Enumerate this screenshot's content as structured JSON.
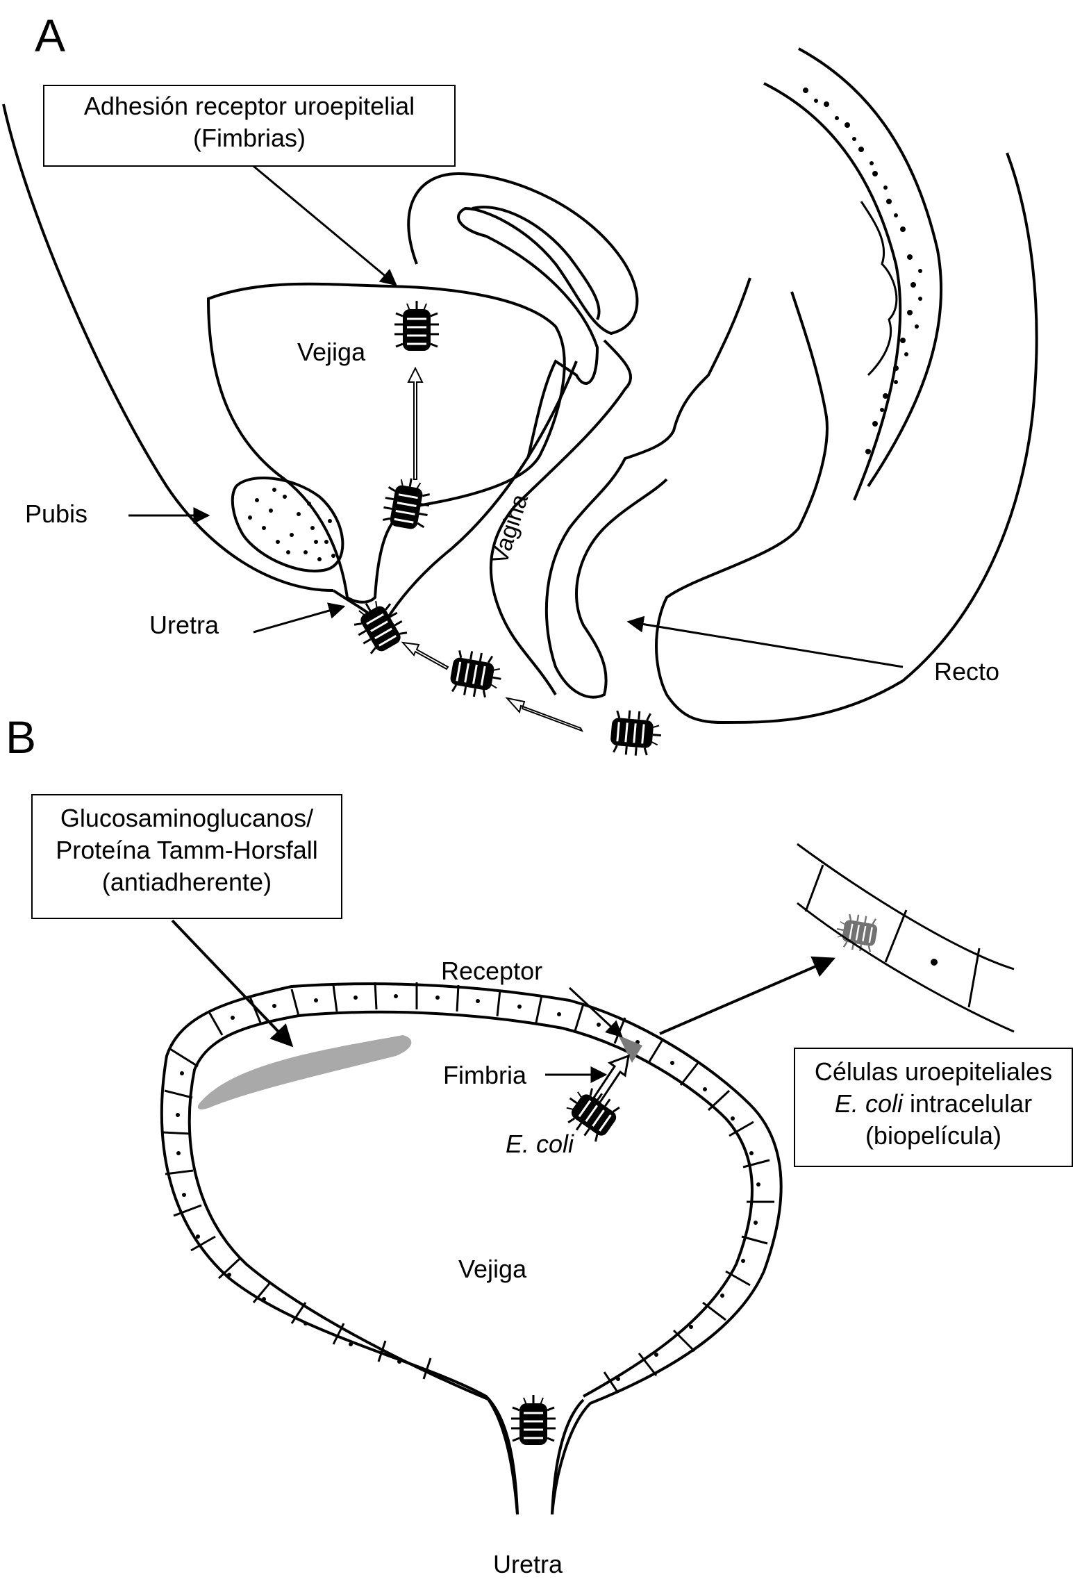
{
  "panel_a": {
    "letter": "A",
    "box_line1": "Adhesión receptor uroepitelial",
    "box_line2": "(Fimbrias)",
    "vejiga": "Vejiga",
    "pubis": "Pubis",
    "uretra": "Uretra",
    "vagina": "Vagina",
    "recto": "Recto"
  },
  "panel_b": {
    "letter": "B",
    "box_left_line1": "Glucosaminoglucanos/",
    "box_left_line2": "Proteína Tamm-Horsfall",
    "box_left_line3": "(antiadherente)",
    "receptor": "Receptor",
    "fimbria": "Fimbria",
    "ecoli": "E. coli",
    "vejiga": "Vejiga",
    "uretra": "Uretra",
    "box_right_line1": "Células uroepiteliales",
    "box_right_line2_italic": "E. coli",
    "box_right_line2_rest": " intracelular",
    "box_right_line3": "(biopelícula)"
  },
  "colors": {
    "ink": "#000000",
    "gag_layer": "#a9a9a9",
    "receptor": "#7a7a7a"
  }
}
